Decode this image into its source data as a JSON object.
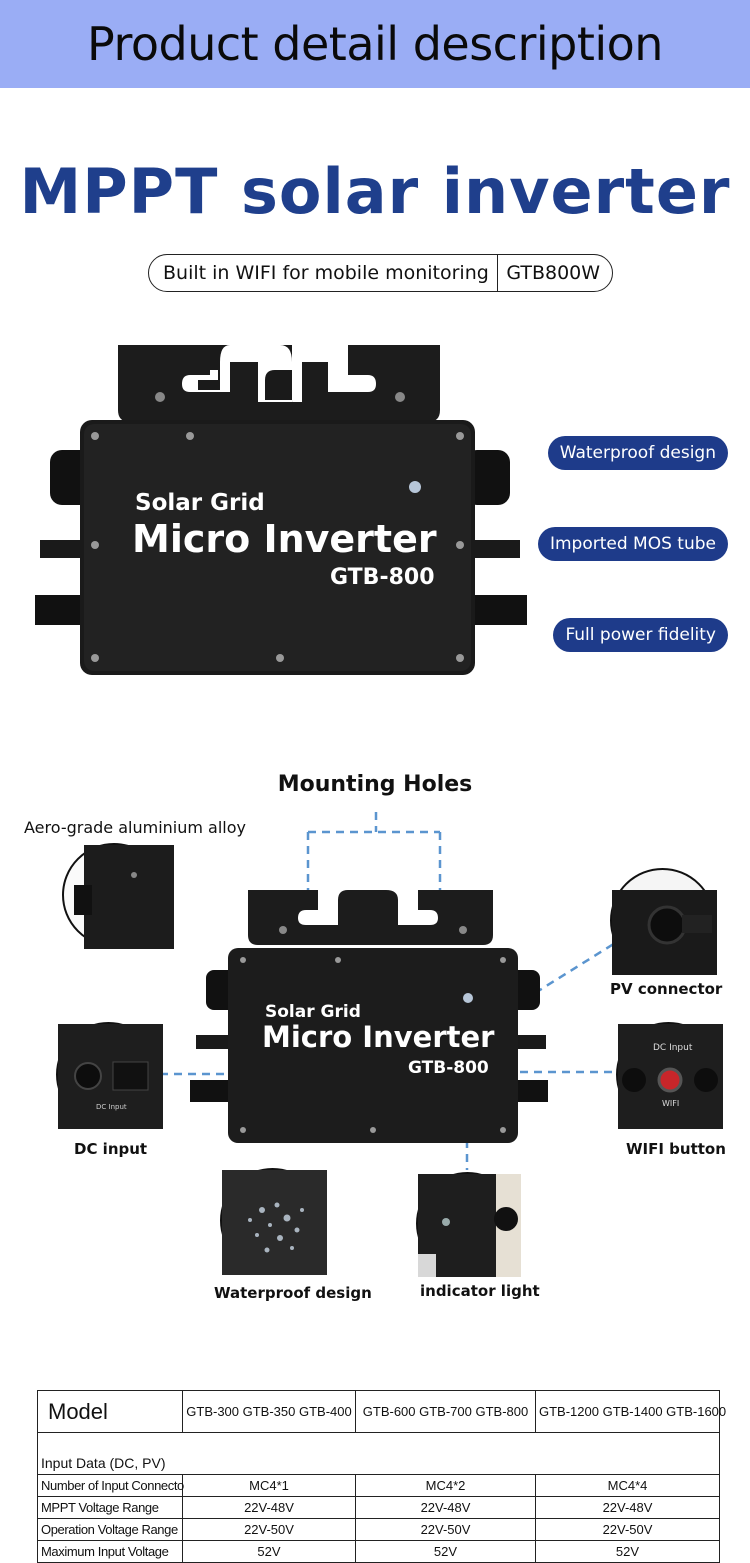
{
  "banner": {
    "title": "Product detail description"
  },
  "hero": {
    "title": "MPPT solar inverter",
    "pill_left": "Built in WIFI for mobile monitoring",
    "pill_right": "GTB800W"
  },
  "device": {
    "line1": "Solar Grid",
    "line2": "Micro Inverter",
    "line3": "GTB-800"
  },
  "features": [
    "Waterproof design",
    "Imported MOS tube",
    "Full power fidelity"
  ],
  "diagram": {
    "title": "Mounting Holes",
    "material": "Aero-grade aluminium alloy",
    "pv_connector": "PV connector",
    "dc_input": "DC input",
    "wifi_button": "WIFI button",
    "waterproof": "Waterproof design",
    "indicator": "indicator light",
    "dc_input_label": "DC Input",
    "wifi_label": "WIFI"
  },
  "spec_table": {
    "model_label": "Model",
    "models": [
      "GTB-300 GTB-350 GTB-400",
      "GTB-600 GTB-700 GTB-800",
      "GTB-1200 GTB-1400 GTB-1600"
    ],
    "group_label": "Input Data (DC, PV)",
    "rows": [
      {
        "label": "Number of Input Connecto",
        "values": [
          "MC4*1",
          "MC4*2",
          "MC4*4"
        ]
      },
      {
        "label": "MPPT Voltage Range",
        "values": [
          "22V-48V",
          "22V-48V",
          "22V-48V"
        ]
      },
      {
        "label": "Operation Voltage Range",
        "values": [
          "22V-50V",
          "22V-50V",
          "22V-50V"
        ]
      },
      {
        "label": "Maximum Input Voltage",
        "values": [
          "52V",
          "52V",
          "52V"
        ]
      }
    ]
  }
}
